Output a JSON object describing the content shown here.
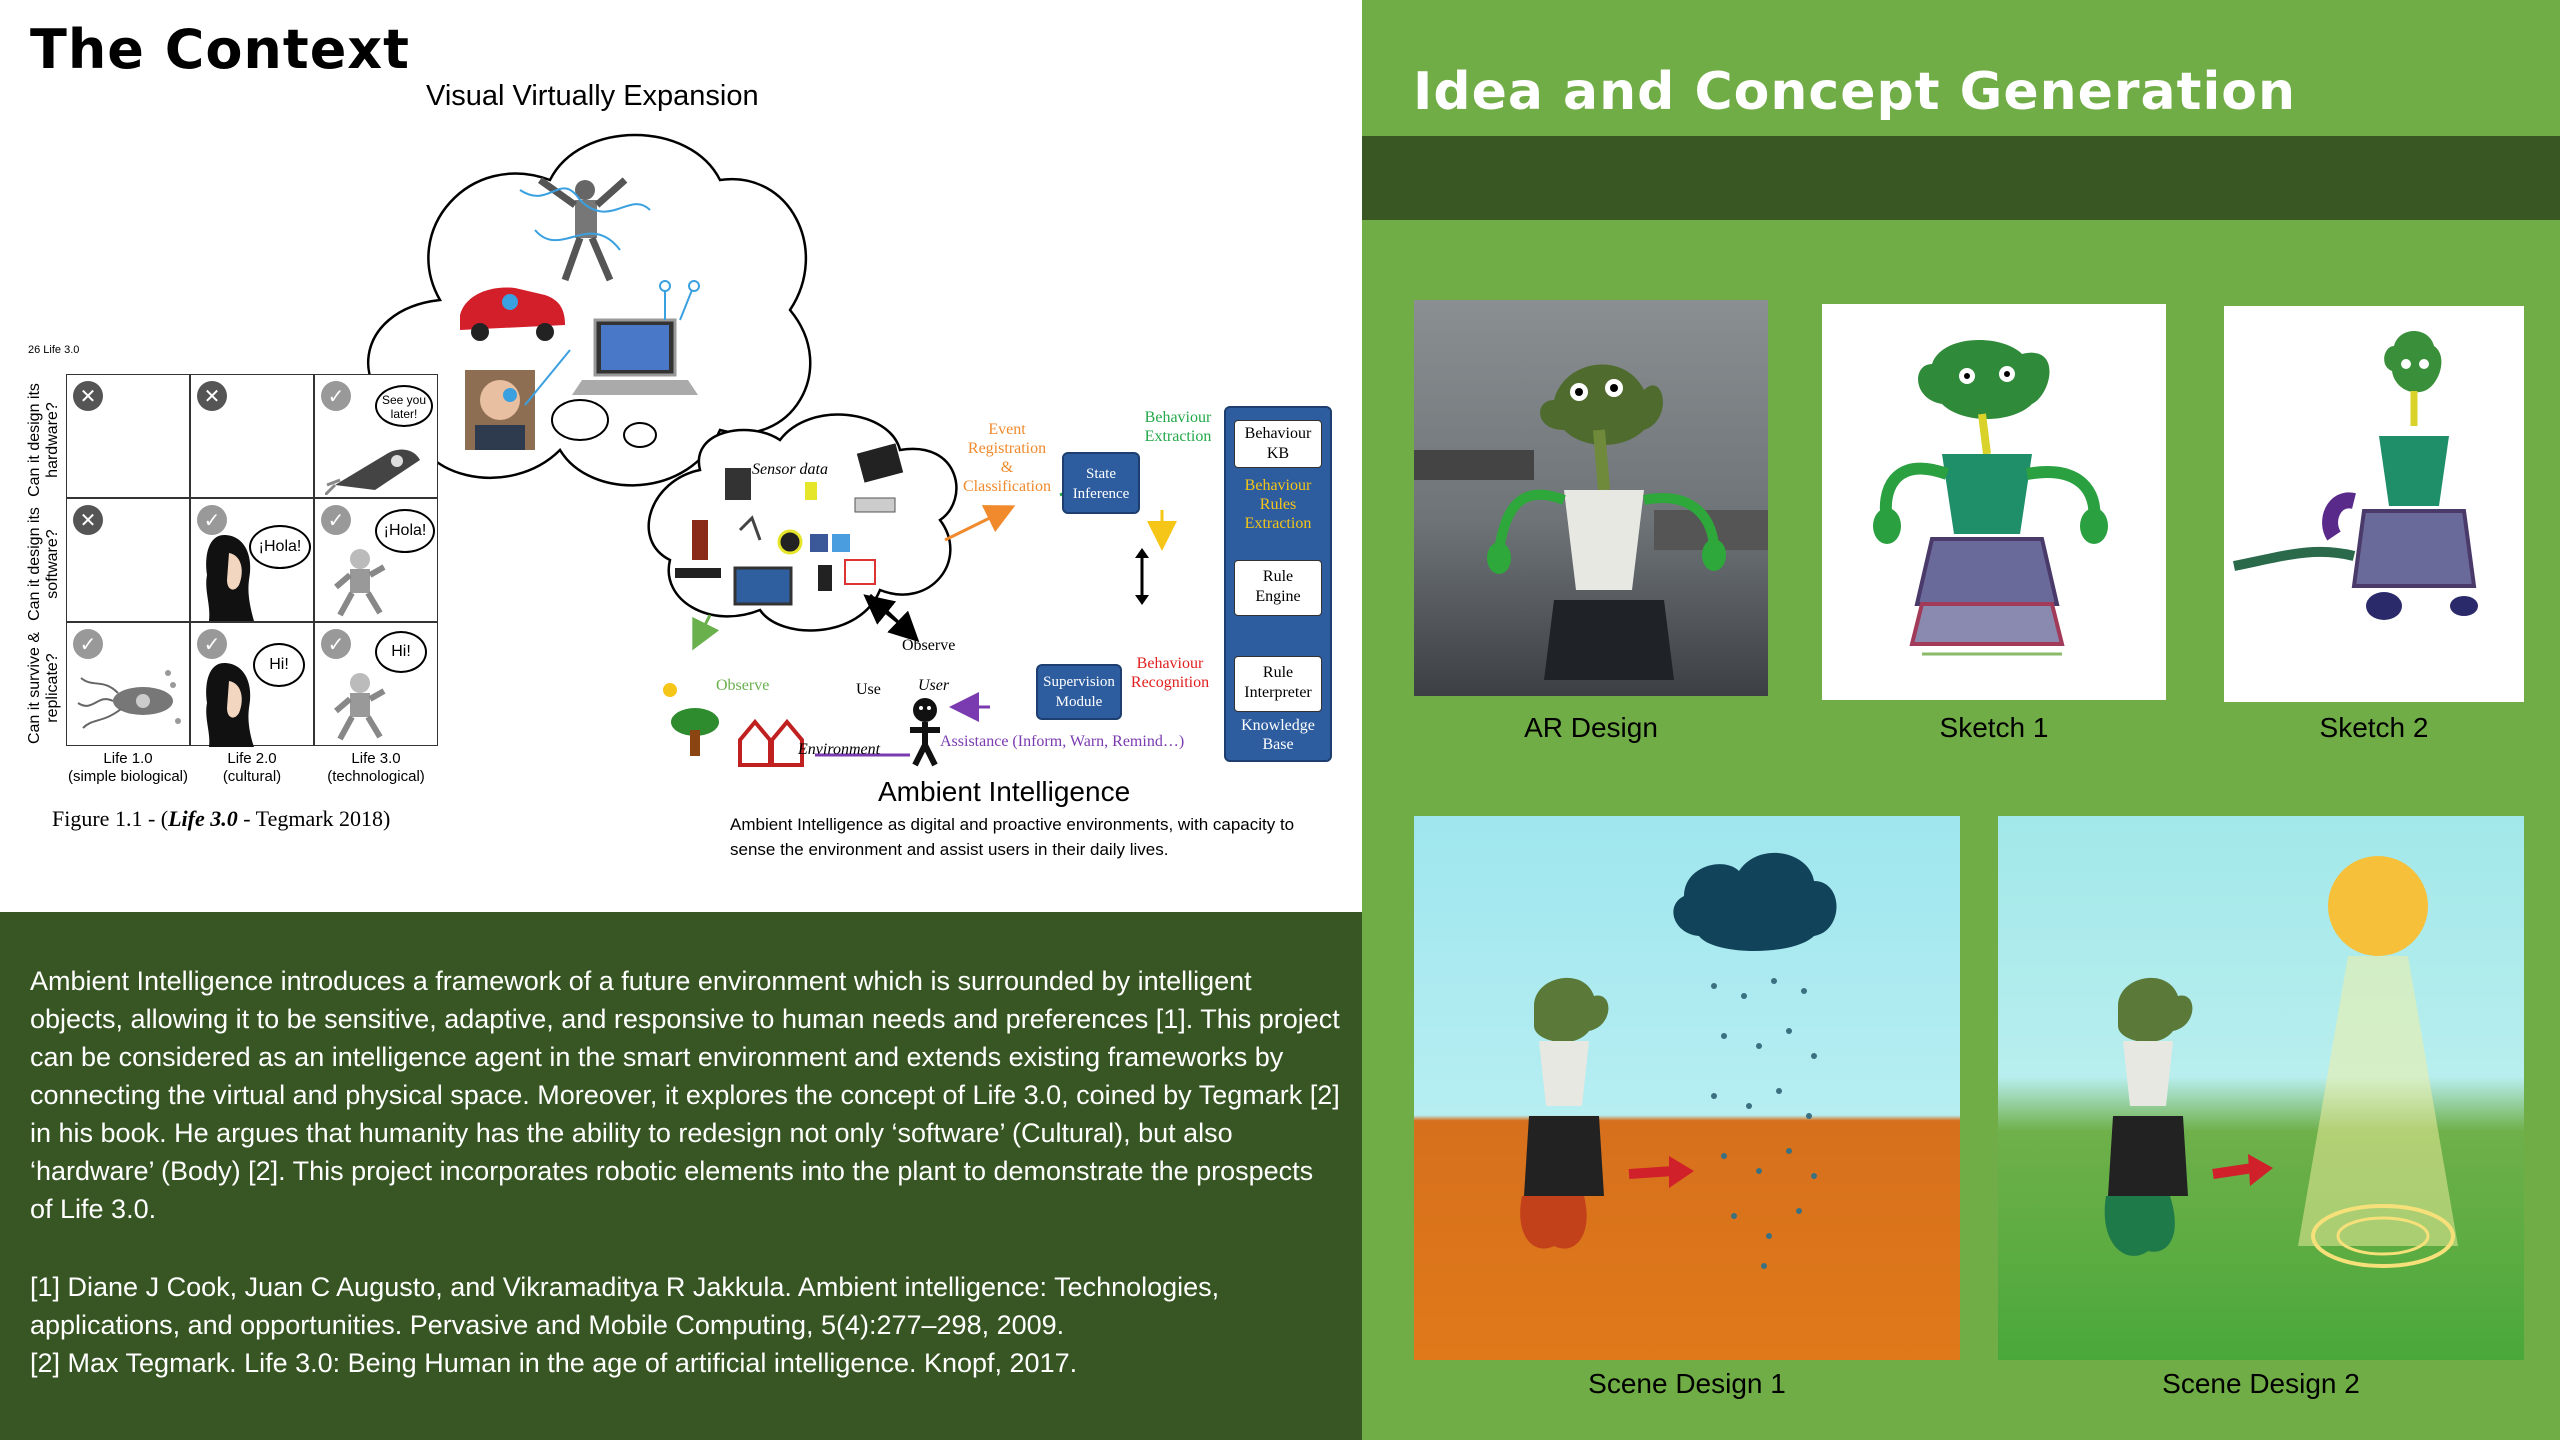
{
  "left": {
    "title": "The Context",
    "visual_heading": "Visual Virtually Expansion",
    "tegmark": {
      "page_header": "26    Life 3.0",
      "rows": [
        "Can it design its hardware?",
        "Can it design its software?",
        "Can it survive & replicate?"
      ],
      "columns": [
        "Life 1.0\n(simple biological)",
        "Life 2.0\n(cultural)",
        "Life 3.0\n(technological)"
      ],
      "bubbles": [
        "See you later!",
        "¡Hola!",
        "¡Hola!",
        "Hi!",
        "Hi!"
      ],
      "figure_caption_prefix": "Figure 1.1 - (",
      "figure_caption_italic": "Life 3.0",
      "figure_caption_suffix": " - Tegmark 2018)"
    },
    "ami": {
      "sensor_data": "Sensor data",
      "event_label": "Event\nRegistration\n&\nClassification",
      "state_inference": "State\nInference",
      "behaviour_extraction": "Behaviour\nExtraction",
      "behaviour_kb": "Behaviour\nKB",
      "behaviour_rules": "Behaviour\nRules\nExtraction",
      "rule_engine": "Rule\nEngine",
      "rule_interpreter": "Rule\nInterpreter",
      "knowledge_base": "Knowledge\nBase",
      "behaviour_recognition": "Behaviour\nRecognition",
      "supervision_module": "Supervision\nModule",
      "observe_1": "Observe",
      "observe_2": "Observe",
      "use": "Use",
      "user": "User",
      "environment": "Environment",
      "assistance": "Assistance (Inform, Warn, Remind…)",
      "heading": "Ambient Intelligence",
      "caption": "Ambient Intelligence as digital and proactive environments, with capacity to sense the environment and assist users in their daily lives."
    },
    "body": "Ambient Intelligence introduces a framework of a future environment which is surrounded by intelligent objects, allowing it to be sensitive, adaptive, and responsive to human needs and preferences [1]. This project can be considered as an intelligence agent in the smart environment and extends existing frameworks by connecting the virtual and physical space. Moreover, it explores the concept of Life 3.0, coined by Tegmark [2] in his book. He argues that humanity has the ability to redesign not only ‘software’ (Cultural), but also ‘hardware’ (Body) [2]. This project incorporates robotic elements into the plant to demonstrate the prospects of Life 3.0.",
    "references": [
      "[1] Diane J Cook, Juan C Augusto, and Vikramaditya R Jakkula. Ambient intelligence: Technologies, applications, and opportunities. Pervasive and Mobile Computing, 5(4):277–298, 2009.",
      "[2] Max Tegmark. Life 3.0: Being Human in the age of artificial intelligence. Knopf, 2017."
    ]
  },
  "right": {
    "title": "Idea and Concept Generation",
    "captions": {
      "ar_design": "AR Design",
      "sketch_1": "Sketch 1",
      "sketch_2": "Sketch 2",
      "scene_1": "Scene Design 1",
      "scene_2": "Scene Design 2"
    }
  },
  "colors": {
    "dark_green": "#375623",
    "light_green": "#70ad47",
    "band_green": "#385723",
    "ami_blue": "#2e5d9f"
  }
}
